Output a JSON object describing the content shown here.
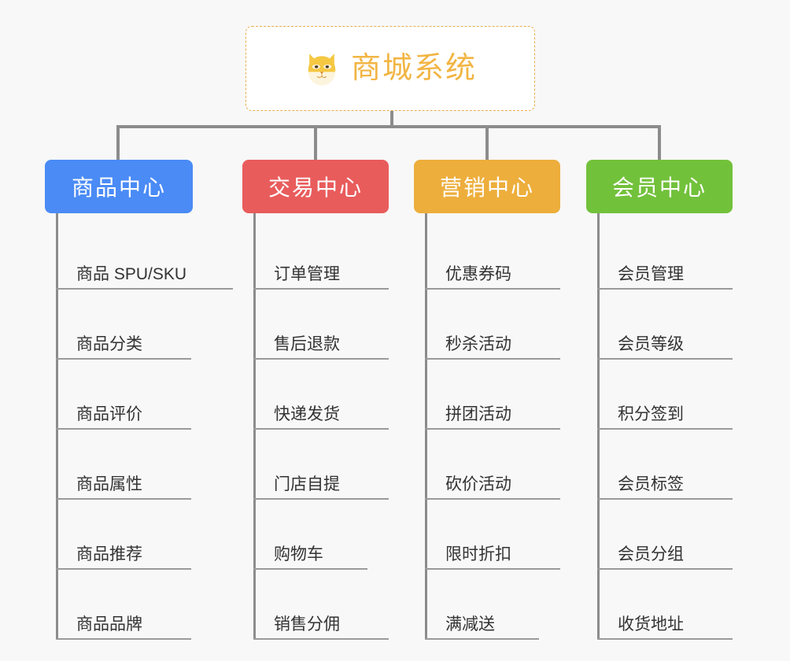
{
  "root": {
    "title": "商城系统",
    "icon": "shiba-dog-icon",
    "border_color": "#e9ad4a",
    "text_color": "#f2b544",
    "background": "#ffffff"
  },
  "canvas": {
    "background": "#f8f8f8",
    "connector_color": "#8c8c8c"
  },
  "columns": [
    {
      "header": "商品中心",
      "color": "#4A8BF5",
      "items": [
        "商品 SPU/SKU",
        "商品分类",
        "商品评价",
        "商品属性",
        "商品推荐",
        "商品品牌"
      ]
    },
    {
      "header": "交易中心",
      "color": "#E95C5C",
      "items": [
        "订单管理",
        "售后退款",
        "快递发货",
        "门店自提",
        "购物车",
        "销售分佣"
      ]
    },
    {
      "header": "营销中心",
      "color": "#EDAE3C",
      "items": [
        "优惠券码",
        "秒杀活动",
        "拼团活动",
        "砍价活动",
        "限时折扣",
        "满减送"
      ]
    },
    {
      "header": "会员中心",
      "color": "#72C13B",
      "items": [
        "会员管理",
        "会员等级",
        "积分签到",
        "会员标签",
        "会员分组",
        "收货地址"
      ]
    }
  ]
}
